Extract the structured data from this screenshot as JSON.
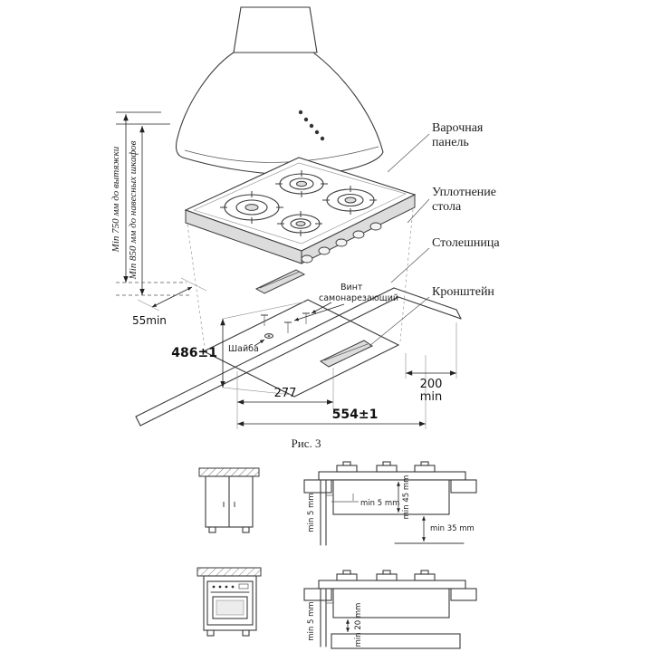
{
  "figure": {
    "caption": "Рис. 3"
  },
  "callouts": {
    "hob_line1": "Варочная",
    "hob_line2": "панель",
    "seal_line1": "Уплотнение",
    "seal_line2": "стола",
    "countertop": "Столешница",
    "bracket": "Кронштейн",
    "screw_line1": "Винт",
    "screw_line2": "самонарезающий",
    "washer": "Шайба"
  },
  "clearances": {
    "to_hood": "Min 750 мм до вытяжки",
    "to_cabinets": "Min 850 мм до навесных шкафов"
  },
  "cutout": {
    "side_margin": "55min",
    "depth": "486±1",
    "bracket_center": "277",
    "width": "554±1",
    "rear_value": "200",
    "rear_unit": "min"
  },
  "section_a": {
    "gap_side": "min 5 mm",
    "gap_under": "min 5 mm",
    "box_depth": "min 45 mm",
    "bottom_clearance": "min 35 mm"
  },
  "section_b": {
    "gap_side": "min 5 mm",
    "oven_gap": "min 20 mm"
  }
}
